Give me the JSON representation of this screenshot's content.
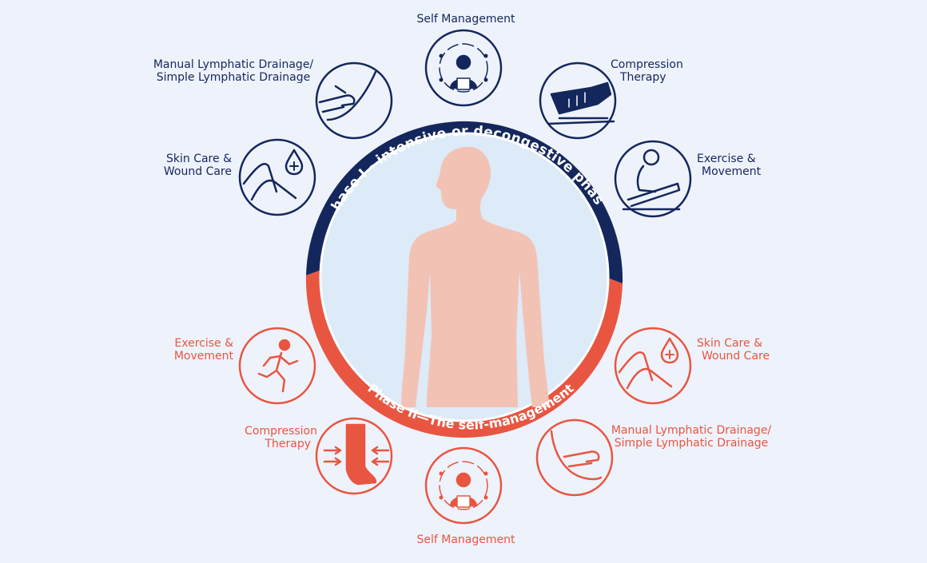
{
  "colors": {
    "background": "#eef2fb",
    "phase1": "#14275c",
    "phase2": "#e85641",
    "body": "#f2c2b4",
    "inner": "#ddeaf7"
  },
  "phase1": {
    "arc_label": "Phase I - intensive or decongestive phase",
    "items": [
      {
        "icon": "self-management-icon",
        "lines": [
          "Self Management"
        ]
      },
      {
        "icon": "compression-bandage-icon",
        "lines": [
          "Compression",
          "Therapy"
        ]
      },
      {
        "icon": "exercise-stretch-icon",
        "lines": [
          "Exercise &",
          "Movement"
        ]
      },
      {
        "icon": "lymphatic-drainage-icon",
        "lines": [
          "Manual Lymphatic Drainage/",
          "Simple Lymphatic Drainage"
        ]
      },
      {
        "icon": "skin-care-icon",
        "lines": [
          "Skin Care &",
          "Wound Care"
        ]
      }
    ]
  },
  "phase2": {
    "arc_label": "Phase II—The self-management",
    "items": [
      {
        "icon": "running-person-icon",
        "lines": [
          "Exercise &",
          "Movement"
        ]
      },
      {
        "icon": "compression-stocking-icon",
        "lines": [
          "Compression",
          "Therapy"
        ]
      },
      {
        "icon": "self-management-icon",
        "lines": [
          "Self Management"
        ]
      },
      {
        "icon": "skin-care-icon",
        "lines": [
          "Skin Care &",
          "Wound Care"
        ]
      },
      {
        "icon": "lymphatic-drainage-icon",
        "lines": [
          "Manual Lymphatic Drainage/",
          "Simple Lymphatic Drainage"
        ]
      }
    ]
  }
}
